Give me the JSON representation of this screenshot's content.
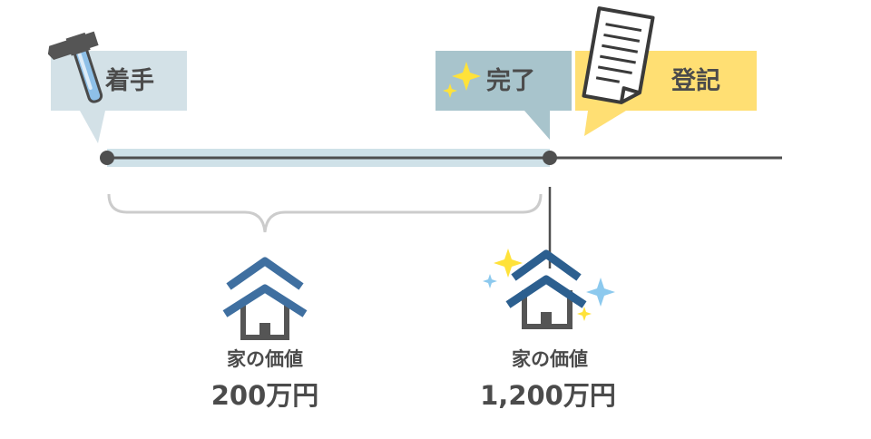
{
  "stages": {
    "start": {
      "label": "着手",
      "icon": "hammer-icon"
    },
    "complete": {
      "label": "完了",
      "icon": "sparkle-icon"
    },
    "registration": {
      "label": "登記",
      "icon": "document-icon"
    }
  },
  "houses": {
    "during_construction": {
      "caption": "家の価値",
      "value": "200万円",
      "icon": "house-icon"
    },
    "after_completion": {
      "caption": "家の価値",
      "value": "1,200万円",
      "icon": "house-sparkle-icon"
    }
  },
  "colors": {
    "start_bubble": "#d3e1e7",
    "complete_bubble": "#a8c4cc",
    "registration_bubble": "#ffdf73",
    "construction_band": "#cfe1e8",
    "timeline": "#4f4f4f",
    "house_roof": "#3f6fa0",
    "sparkle_yellow": "#ffe23a",
    "sparkle_blue": "#8cc9ee"
  }
}
